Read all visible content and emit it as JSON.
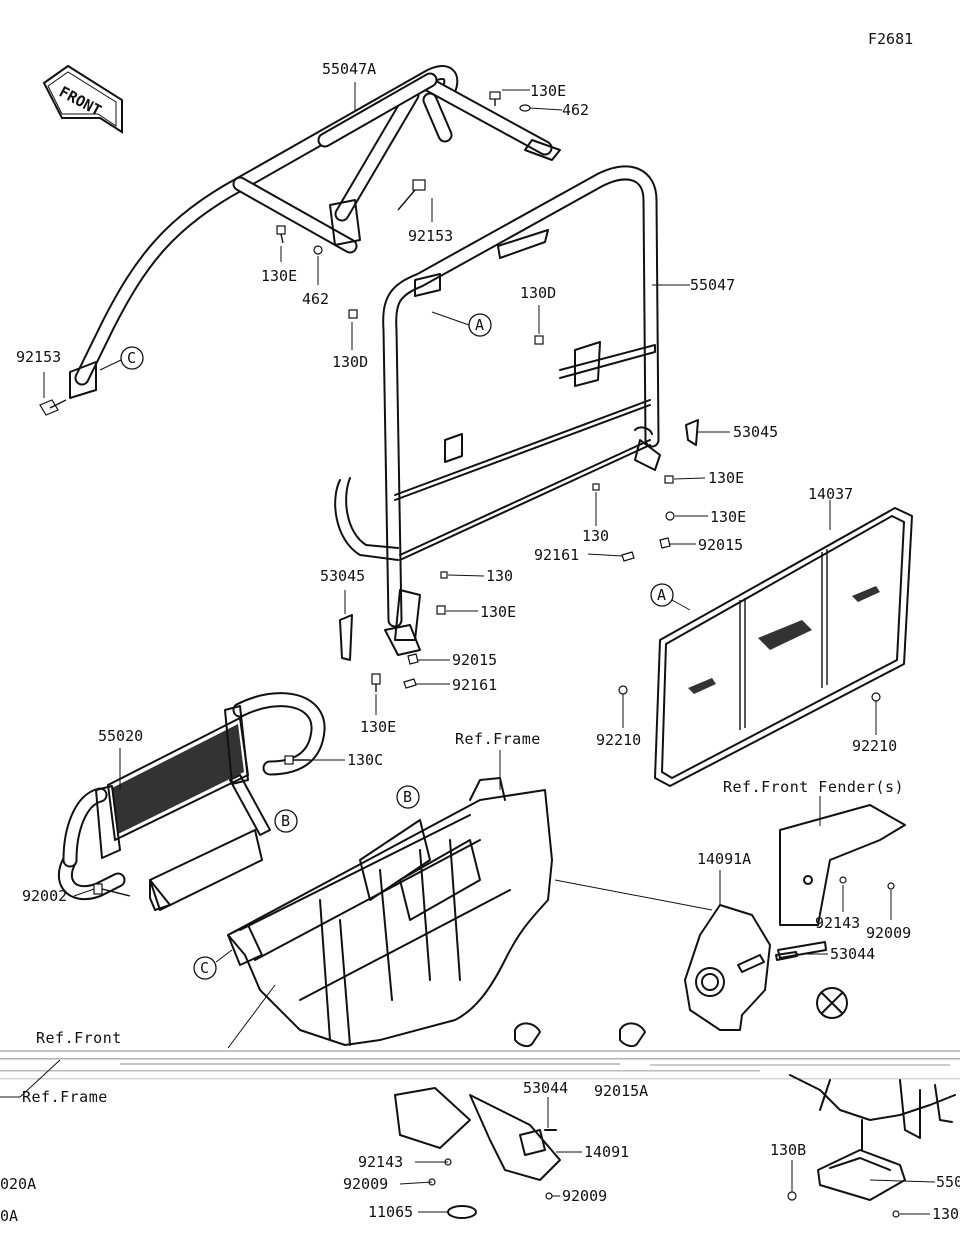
{
  "figure_code": "F2681",
  "front_arrow_text": "FRONT",
  "part_labels": {
    "p55047A": "55047A",
    "p130E_top": "130E",
    "p462_top": "462",
    "p92153_mid": "92153",
    "p130E_left": "130E",
    "p462_left": "462",
    "p55047": "55047",
    "p130D_right": "130D",
    "p130D_left": "130D",
    "p92153_left": "92153",
    "p53045_right": "53045",
    "p130E_r1": "130E",
    "p130_r": "130",
    "p130E_r2": "130E",
    "p92015_r": "92015",
    "p92161_r": "92161",
    "p14037": "14037",
    "p53045_left": "53045",
    "p130_l": "130",
    "p130E_l1": "130E",
    "p92015_l": "92015",
    "p92161_l": "92161",
    "p130E_l2": "130E",
    "p92210_a": "92210",
    "p92210_b": "92210",
    "p55020": "55020",
    "p130C": "130C",
    "p92002": "92002",
    "p14091A": "14091A",
    "p92143_r": "92143",
    "p92009_r": "92009",
    "p53044_r": "53044",
    "p53044_b": "53044",
    "p92015A": "92015A",
    "p14091": "14091",
    "p92143_b": "92143",
    "p92009_b1": "92009",
    "p92009_b2": "92009",
    "p11065": "11065",
    "p130B": "130B",
    "p550_cut": "550",
    "p130_cut": "130",
    "p020A_cut": "020A",
    "p0A_cut": "0A"
  },
  "ref_labels": {
    "ref_frame": "Ref.Frame",
    "ref_front_fenders": "Ref.Front Fender(s)",
    "ref_front": "Ref.Front",
    "ref_frame_bottom": "Ref.Frame"
  },
  "callouts": {
    "A1": "A",
    "A2": "A",
    "B1": "B",
    "B2": "B",
    "C1": "C",
    "C2": "C"
  }
}
